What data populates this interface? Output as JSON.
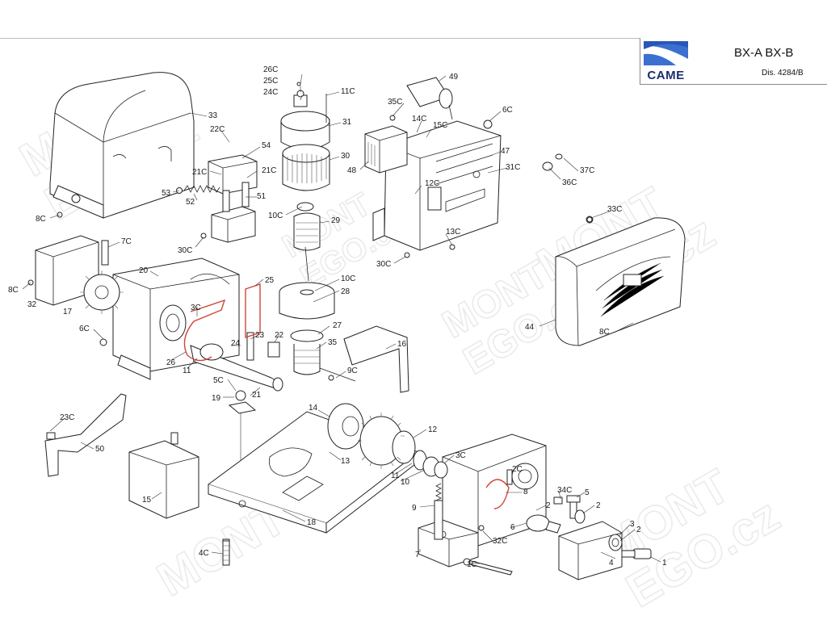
{
  "header": {
    "brand": "CAME",
    "model": "BX-A  BX-B",
    "drawing_number": "Dis. 4284/B",
    "brand_color": "#1b2f6e",
    "logo_accent": "#3b6fd0"
  },
  "watermark": {
    "lines": [
      "MONT",
      "EGO.cz"
    ],
    "symbol": "®"
  },
  "callouts": {
    "c_26c": "26C",
    "c_25c": "25C",
    "c_24c": "24C",
    "c_11c": "11C",
    "c_49": "49",
    "c_35c": "35C",
    "c_14c": "14C",
    "c_15c": "15C",
    "c_6c_top": "6C",
    "c_31": "31",
    "c_33": "33",
    "c_22c": "22C",
    "c_54": "54",
    "c_30": "30",
    "c_47": "47",
    "c_21c_a": "21C",
    "c_21c_b": "21C",
    "c_48": "48",
    "c_31c": "31C",
    "c_37c": "37C",
    "c_36c": "36C",
    "c_53": "53",
    "c_52": "52",
    "c_51": "51",
    "c_12c": "12C",
    "c_10c_a": "10C",
    "c_8c_top": "8C",
    "c_29": "29",
    "c_33c": "33C",
    "c_13c": "13C",
    "c_7c": "7C",
    "c_30c_a": "30C",
    "c_30c_b": "30C",
    "c_20": "20",
    "c_25": "25",
    "c_10c_b": "10C",
    "c_8c_left": "8C",
    "c_28": "28",
    "c_32": "32",
    "c_17": "17",
    "c_3c_a": "3C",
    "c_27": "27",
    "c_44": "44",
    "c_6c_left": "6C",
    "c_23": "23",
    "c_22": "22",
    "c_35": "35",
    "c_16": "16",
    "c_8c_right": "8C",
    "c_24": "24",
    "c_26": "26",
    "c_11_a": "11",
    "c_9c": "9C",
    "c_5c": "5C",
    "c_19": "19",
    "c_21": "21",
    "c_14": "14",
    "c_23c": "23C",
    "c_12": "12",
    "c_50": "50",
    "c_13": "13",
    "c_3c_b": "3C",
    "c_2c": "2C",
    "c_11_b": "11",
    "c_10": "10",
    "c_15": "15",
    "c_8": "8",
    "c_34c": "34C",
    "c_5": "5",
    "c_9": "9",
    "c_2_a": "2",
    "c_2_b": "2",
    "c_18": "18",
    "c_6": "6",
    "c_32c": "32C",
    "c_3": "3",
    "c_2_c": "2",
    "c_4c": "4C",
    "c_7": "7",
    "c_4": "4",
    "c_1c": "1C",
    "c_1": "1"
  }
}
